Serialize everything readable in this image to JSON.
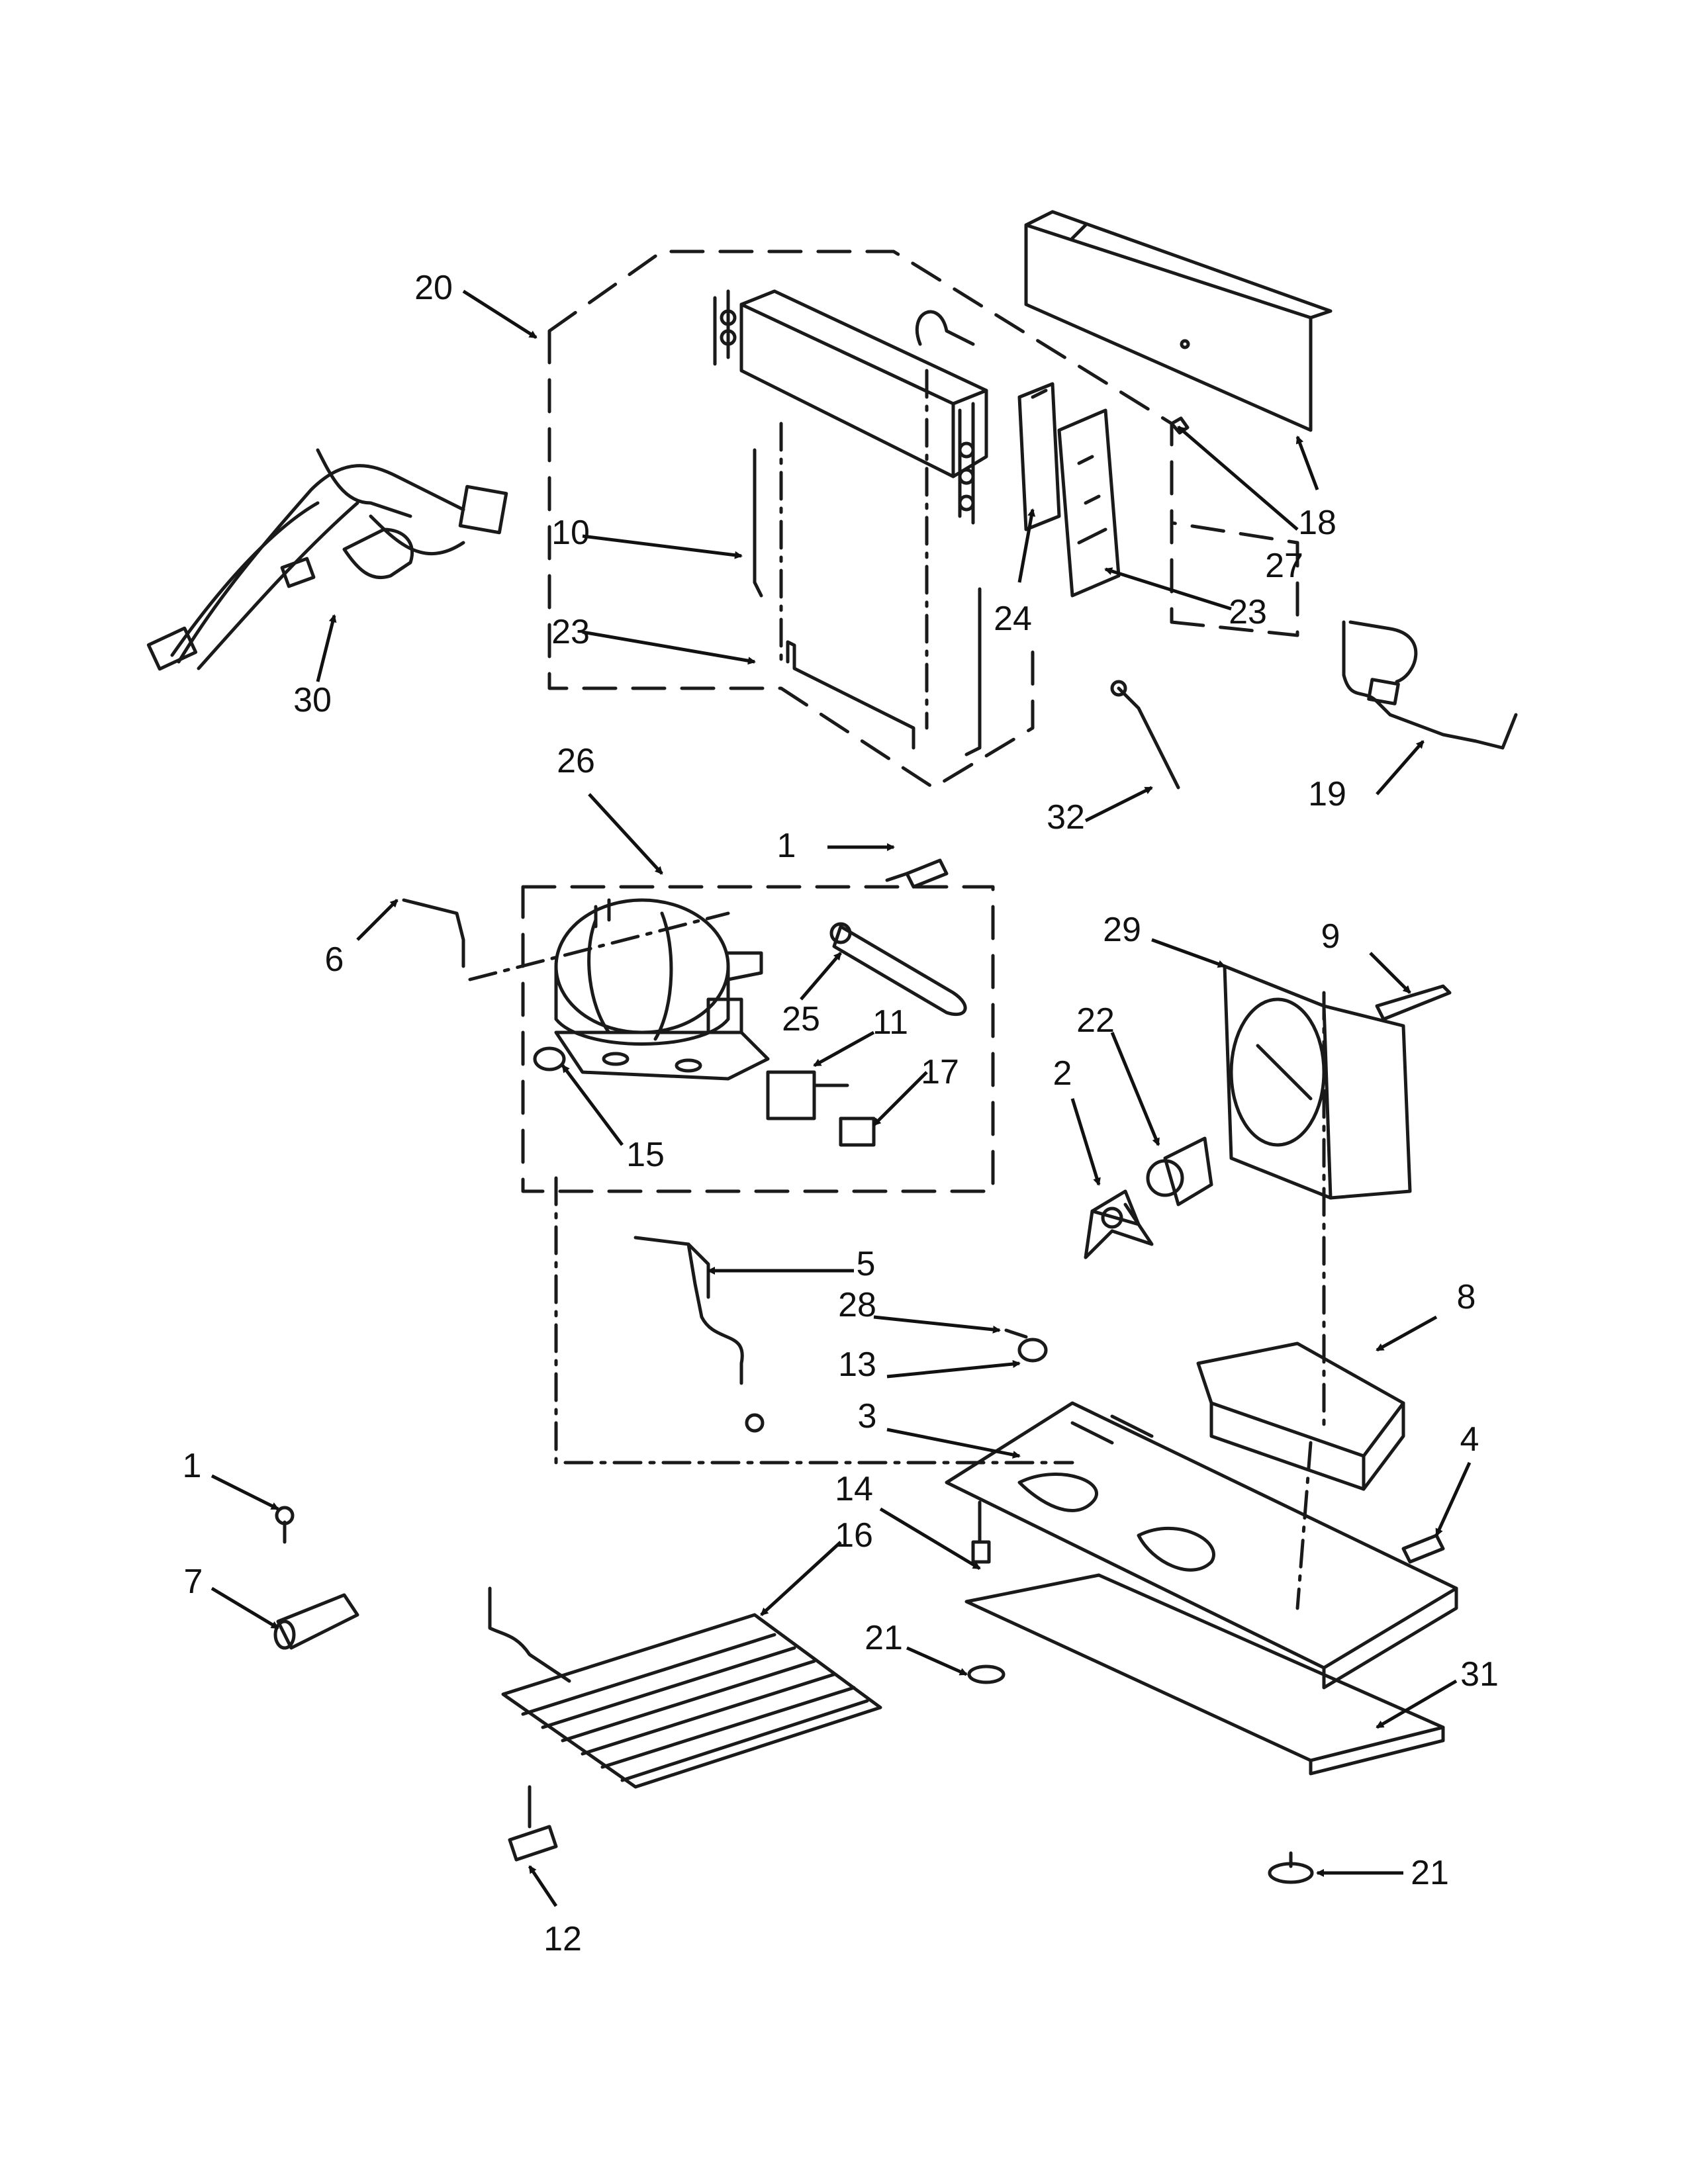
{
  "diagram": {
    "type": "exploded parts diagram",
    "part_callouts": [
      "20",
      "10",
      "23",
      "24",
      "23",
      "27",
      "18",
      "30",
      "19",
      "32",
      "26",
      "1",
      "6",
      "25",
      "11",
      "17",
      "15",
      "29",
      "9",
      "22",
      "2",
      "5",
      "28",
      "13",
      "3",
      "8",
      "4",
      "14",
      "16",
      "21",
      "31",
      "21",
      "1",
      "7",
      "12"
    ],
    "colors": {
      "line": "#1a1a1a",
      "leader": "#111111",
      "background": "#ffffff"
    }
  }
}
